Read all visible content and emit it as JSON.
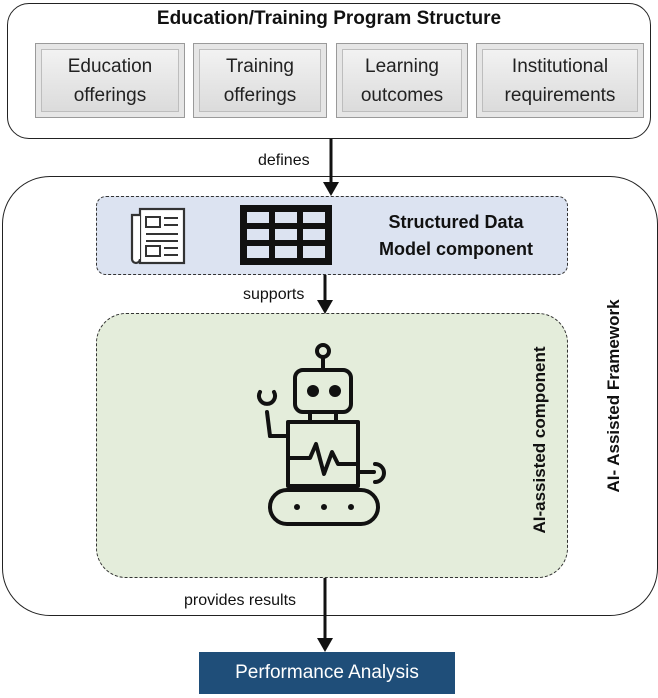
{
  "program": {
    "title": "Education/Training Program Structure",
    "items": [
      {
        "label": "Education\nofferings"
      },
      {
        "label": "Training\nofferings"
      },
      {
        "label": "Learning\noutcomes"
      },
      {
        "label": "Institutional\nrequirements"
      }
    ]
  },
  "framework": {
    "label": "AI- Assisted Framework"
  },
  "structured_data": {
    "label": "Structured Data\nModel component"
  },
  "ai_component": {
    "label": "AI-assisted component"
  },
  "edges": {
    "defines": "defines",
    "supports": "supports",
    "provides": "provides results"
  },
  "output": {
    "label": "Performance Analysis"
  },
  "icons": {
    "document": "document-icon",
    "table": "table-grid-icon",
    "robot": "robot-icon"
  },
  "colors": {
    "structured_fill": "#dce3f1",
    "ai_fill": "#e4eddb",
    "output_fill": "#1f4e79"
  }
}
